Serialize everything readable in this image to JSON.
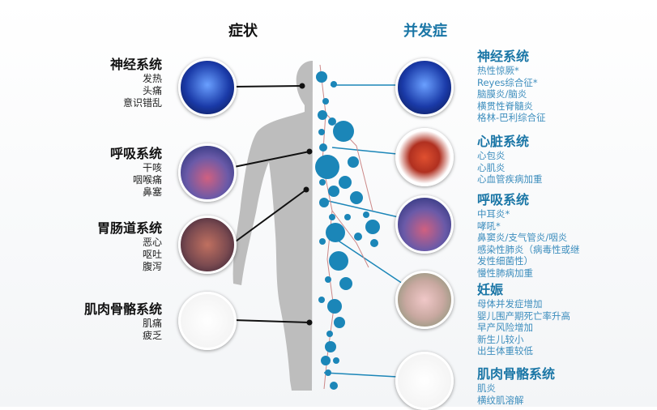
{
  "headers": {
    "symptoms": "症状",
    "complications": "并发症"
  },
  "symptoms": [
    {
      "title": "神经系统",
      "items": [
        "发热",
        "头痛",
        "意识错乱"
      ]
    },
    {
      "title": "呼吸系统",
      "items": [
        "干咳",
        "咽喉痛",
        "鼻塞"
      ]
    },
    {
      "title": "胃肠道系统",
      "items": [
        "恶心",
        "呕吐",
        "腹泻"
      ]
    },
    {
      "title": "肌肉骨骼系统",
      "items": [
        "肌痛",
        "疲乏"
      ]
    }
  ],
  "complications": [
    {
      "title": "神经系统",
      "items": [
        "热性惊厥*",
        "Reyes综合征*",
        "脑膜炎/脑炎",
        "横贯性脊髓炎",
        "格林-巴利综合征"
      ]
    },
    {
      "title": "心脏系统",
      "items": [
        "心包炎",
        "心肌炎",
        "心血管疾病加重"
      ]
    },
    {
      "title": "呼吸系统",
      "items": [
        "中耳炎*",
        "哮吼*",
        "鼻窦炎/支气管炎/咽炎",
        "感染性肺炎（病毒性或继",
        "发性细菌性）",
        "慢性肺病加重"
      ]
    },
    {
      "title": "妊娠",
      "items": [
        "母体并发症增加",
        "婴儿围产期死亡率升高",
        "早产风险增加",
        "新生儿较小",
        "出生体重较低"
      ]
    },
    {
      "title": "肌肉骨骼系统",
      "items": [
        "肌炎",
        "横纹肌溶解"
      ]
    }
  ],
  "colors": {
    "accent": "#1a76a6",
    "dot": "#1b86b8",
    "body": "#bdbdbd"
  }
}
